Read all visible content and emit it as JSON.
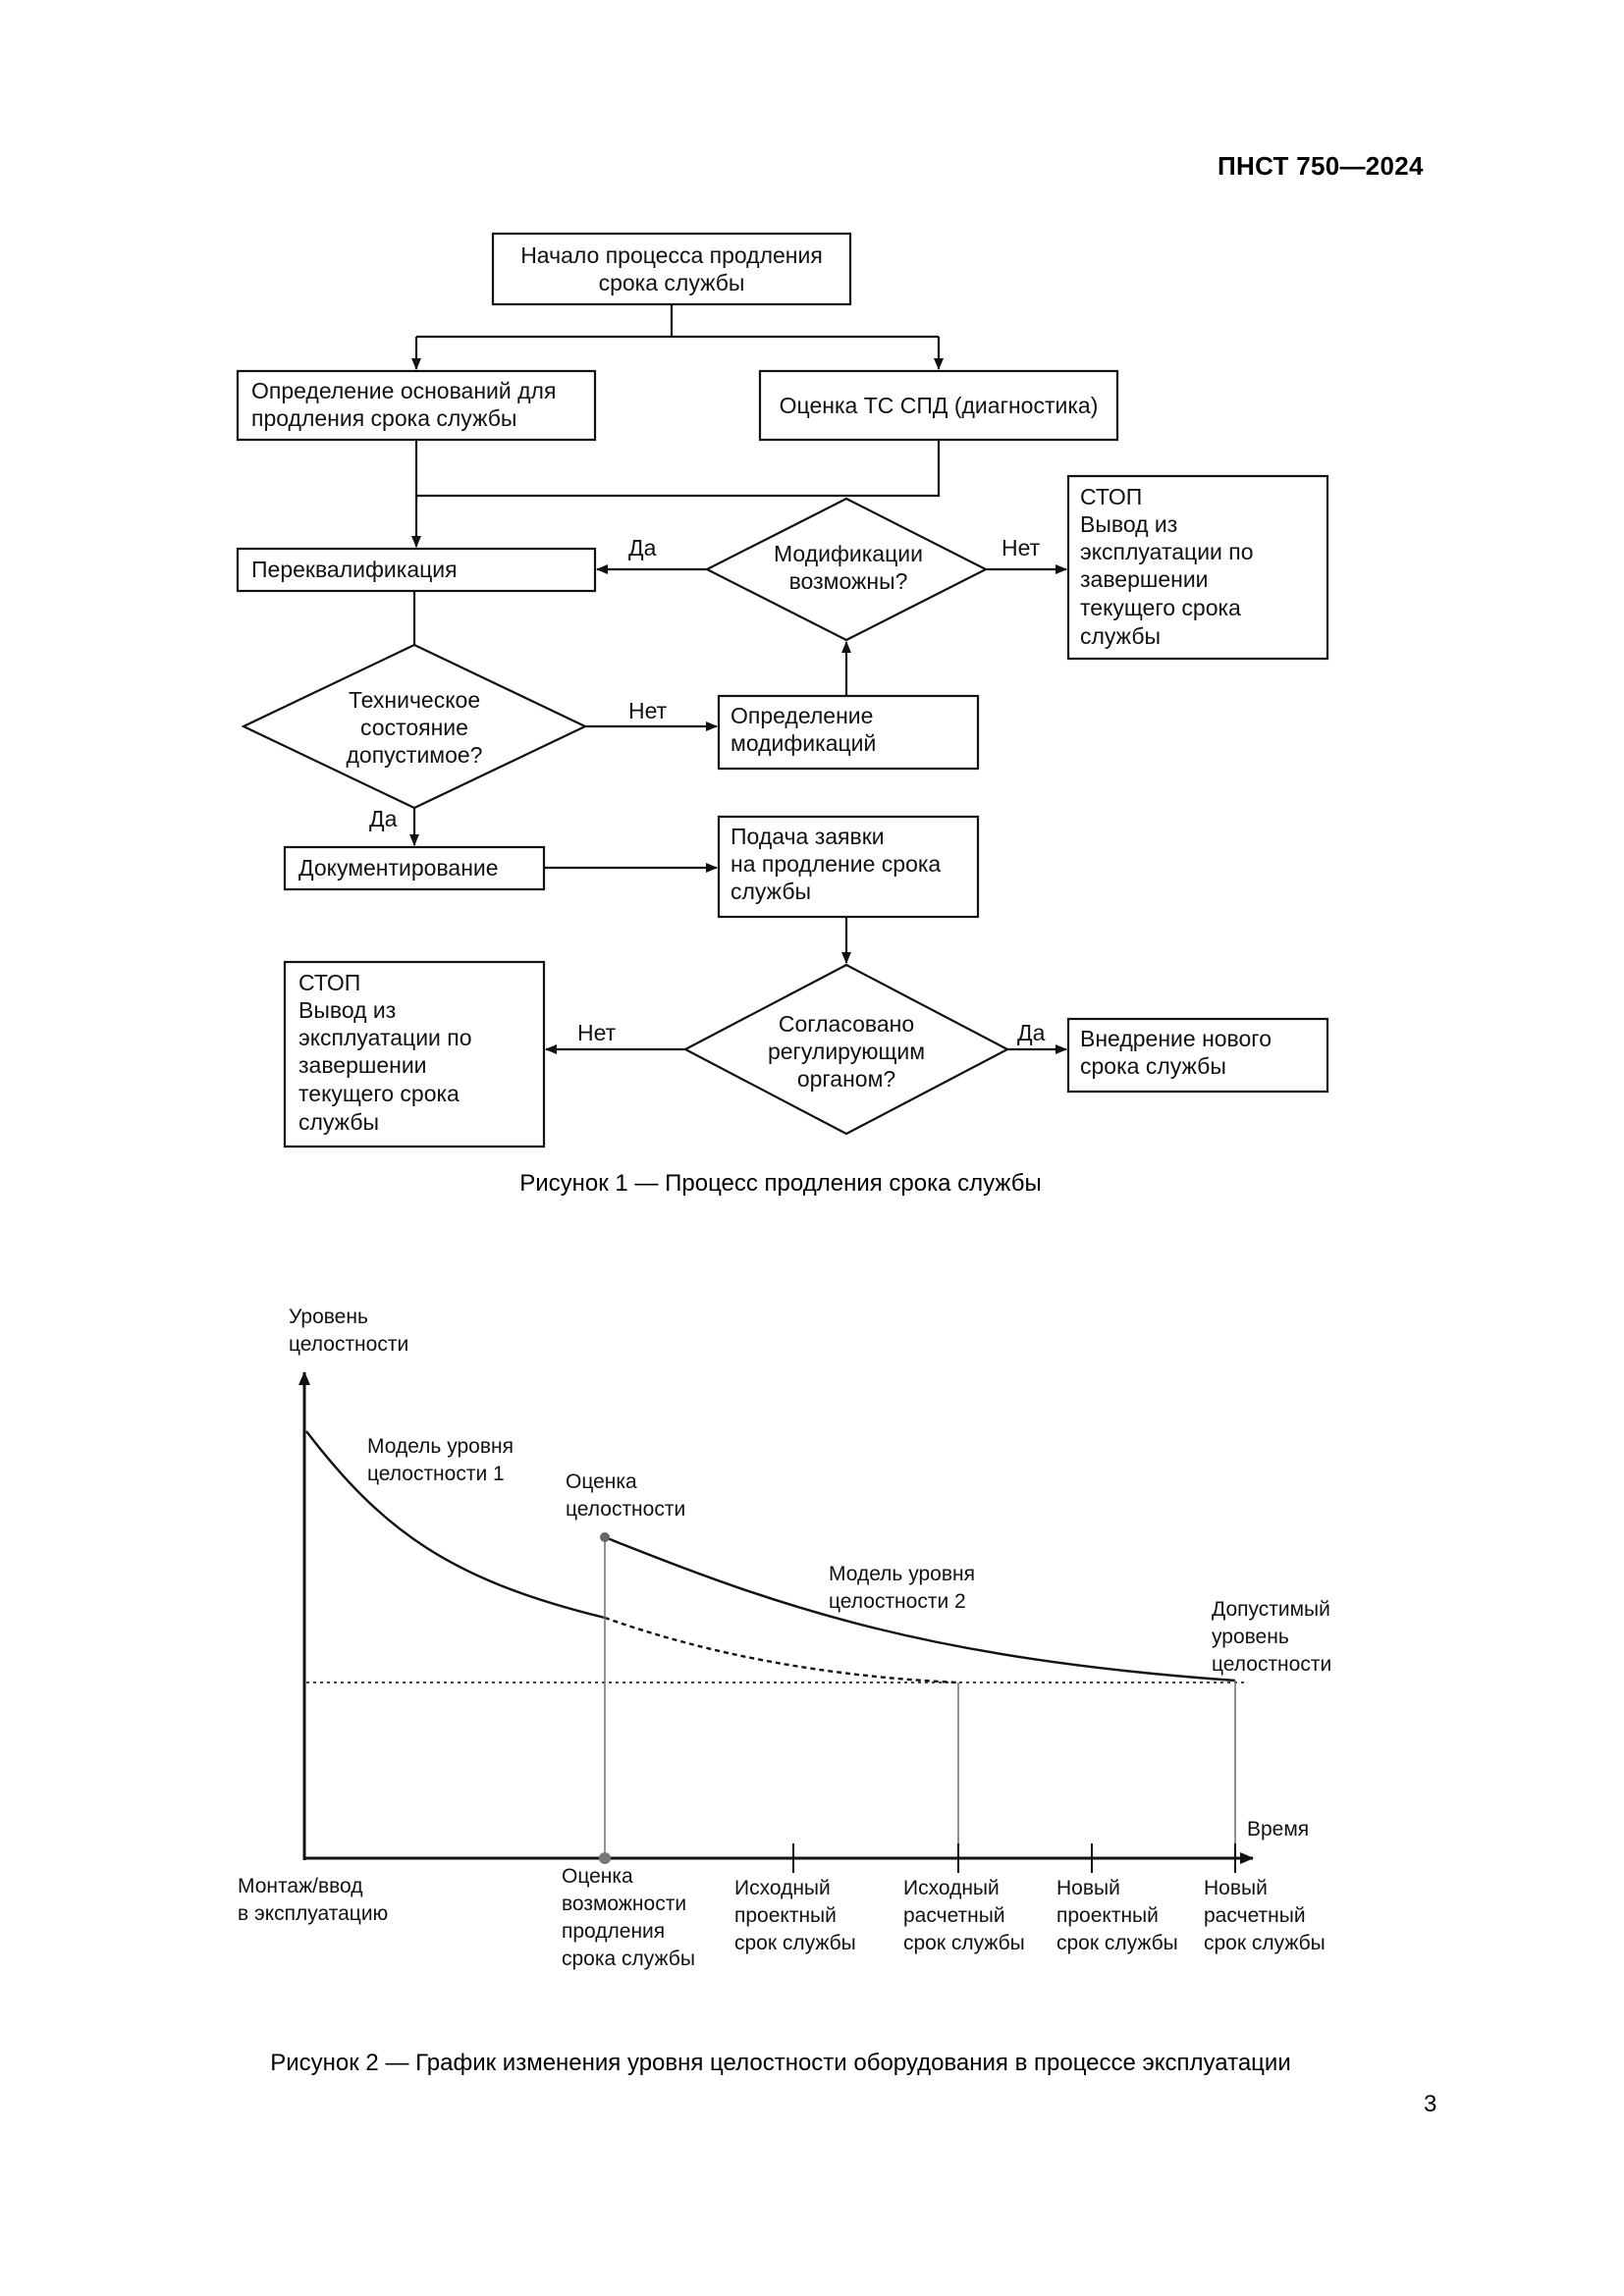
{
  "header": {
    "doc_code": "ПНСТ 750—2024"
  },
  "figure1": {
    "caption": "Рисунок 1 — Процесс продления срока службы",
    "start": [
      "Начало процесса продления",
      "срока службы"
    ],
    "grounds": [
      "Определение оснований для",
      "продления срока службы"
    ],
    "assessment": [
      "Оценка ТС СПД (диагностика)"
    ],
    "stop_top": [
      "СТОП",
      "Вывод из",
      "эксплуатации по",
      "завершении",
      "текущего срока",
      "службы"
    ],
    "requalification": [
      "Переквалификация"
    ],
    "mods_possible": [
      "Модификации",
      "возможны?"
    ],
    "tech_state": [
      "Техническое",
      "состояние",
      "допустимое?"
    ],
    "define_mods": [
      "Определение",
      "модификаций"
    ],
    "documenting": [
      "Документирование"
    ],
    "application": [
      "Подача заявки",
      "на продление срока",
      "службы"
    ],
    "stop_bottom": [
      "СТОП",
      "Вывод из",
      "эксплуатации по",
      "завершении",
      "текущего срока",
      "службы"
    ],
    "agreed": [
      "Согласовано",
      "регулирующим",
      "органом?"
    ],
    "new_life": [
      "Внедрение нового",
      "срока службы"
    ],
    "labels": {
      "yes": "Да",
      "no": "Нет"
    }
  },
  "figure2": {
    "caption": "Рисунок 2 — График изменения уровня целостности оборудования в процессе эксплуатации",
    "ylabel": [
      "Уровень",
      "целостности"
    ],
    "xlabel": "Время",
    "model1": [
      "Модель уровня",
      "целостности 1"
    ],
    "assessment": [
      "Оценка",
      "целостности"
    ],
    "model2": [
      "Модель уровня",
      "целостности 2"
    ],
    "acceptable": [
      "Допустимый",
      "уровень",
      "целостности"
    ],
    "x_ticks": {
      "install": [
        "Монтаж/ввод",
        "в эксплуатацию"
      ],
      "assess": [
        "Оценка",
        "возможности",
        "продления",
        "срока службы"
      ],
      "orig_design": [
        "Исходный",
        "проектный",
        "срок службы"
      ],
      "orig_calc": [
        "Исходный",
        "расчетный",
        "срок службы"
      ],
      "new_design": [
        "Новый",
        "проектный",
        "срок службы"
      ],
      "new_calc": [
        "Новый",
        "расчетный",
        "срок службы"
      ]
    }
  },
  "page_number": "3"
}
